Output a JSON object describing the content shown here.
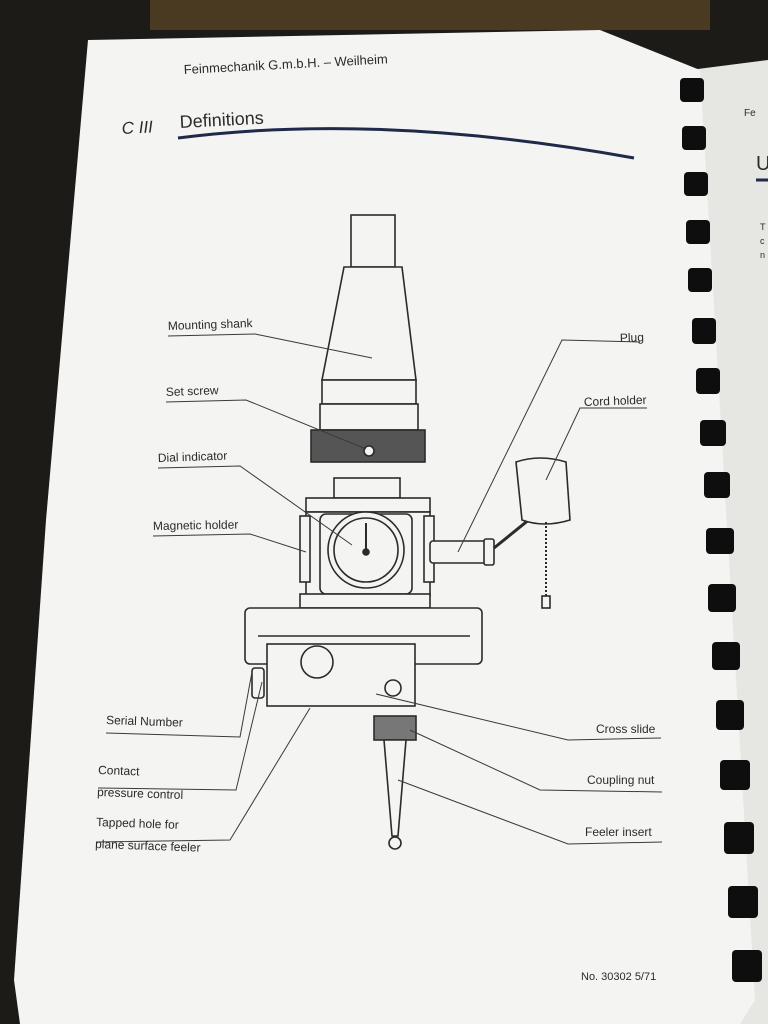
{
  "header": {
    "company": "Feinmechanik G.m.b.H. – Weilheim",
    "section_number": "C III",
    "section_title": "Definitions"
  },
  "labels": {
    "mounting_shank": "Mounting shank",
    "set_screw": "Set screw",
    "dial_indicator": "Dial indicator",
    "magnetic_holder": "Magnetic holder",
    "plug": "Plug",
    "cord_holder": "Cord holder",
    "serial_number": "Serial Number",
    "contact_line1": "Contact",
    "contact_line2": "pressure control",
    "tapped_line1": "Tapped hole for",
    "tapped_line2": "plane surface feeler",
    "cross_slide": "Cross slide",
    "coupling_nut": "Coupling nut",
    "feeler_insert": "Feeler insert"
  },
  "footer": {
    "doc_number": "No. 30302  5/71"
  },
  "next_page": {
    "header_fragment": "Fe",
    "heading_fragment": "U",
    "text_fragments": [
      "T",
      "c",
      "n"
    ]
  },
  "colors": {
    "paper": "#f4f4f2",
    "ink": "#2b2b2b",
    "heading_rule": "#1f2a4a",
    "background": "#1d1b18",
    "binding": "#0e0e0e"
  }
}
